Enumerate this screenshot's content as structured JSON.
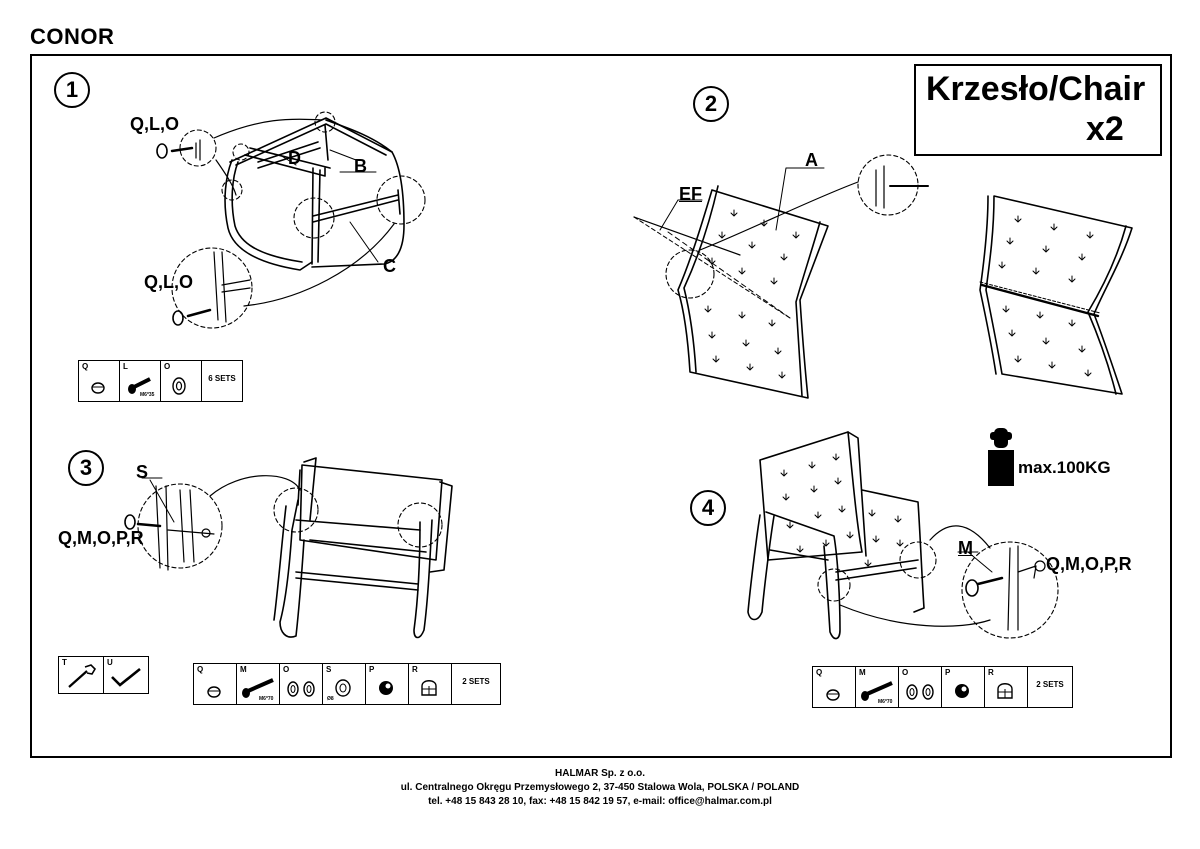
{
  "brand": "CONOR",
  "title": {
    "line1": "Krzesło/Chair",
    "line2": "x2"
  },
  "steps": [
    "1",
    "2",
    "3",
    "4"
  ],
  "labels": {
    "s1_top": "Q,L,O",
    "s1_bottom": "Q,L,O",
    "s1_b": "B",
    "s1_c": "C",
    "s1_d": "D",
    "s2_a": "A",
    "s2_ef": "EF",
    "s3_s": "S",
    "s3_parts": "Q,M,O,P,R",
    "s4_m": "M",
    "s4_parts": "Q,M,O,P,R"
  },
  "weight": "max.100KG",
  "parts_table_1": {
    "codes": [
      "Q",
      "L",
      "O"
    ],
    "bolt_text": "M6*35",
    "sets": "6 SETS"
  },
  "parts_table_3": {
    "codes": [
      "Q",
      "M",
      "O",
      "S",
      "P",
      "R"
    ],
    "bolt_text": "M6*70",
    "s_text": "Ø8",
    "sets": "2 SETS"
  },
  "parts_table_4": {
    "codes": [
      "Q",
      "M",
      "O",
      "P",
      "R"
    ],
    "bolt_text": "M6*70",
    "sets": "2 SETS"
  },
  "tools": {
    "codes": [
      "T",
      "U"
    ],
    "icons": [
      "wrench-icon",
      "allen-key-icon"
    ]
  },
  "footer": {
    "company": "HALMAR Sp. z o.o.",
    "address": "ul. Centralnego Okręgu Przemysłowego 2, 37-450 Stalowa Wola, POLSKA / POLAND",
    "contact": "tel. +48 15 843 28 10, fax: +48 15 842 19 57, e-mail: office@halmar.com.pl"
  }
}
